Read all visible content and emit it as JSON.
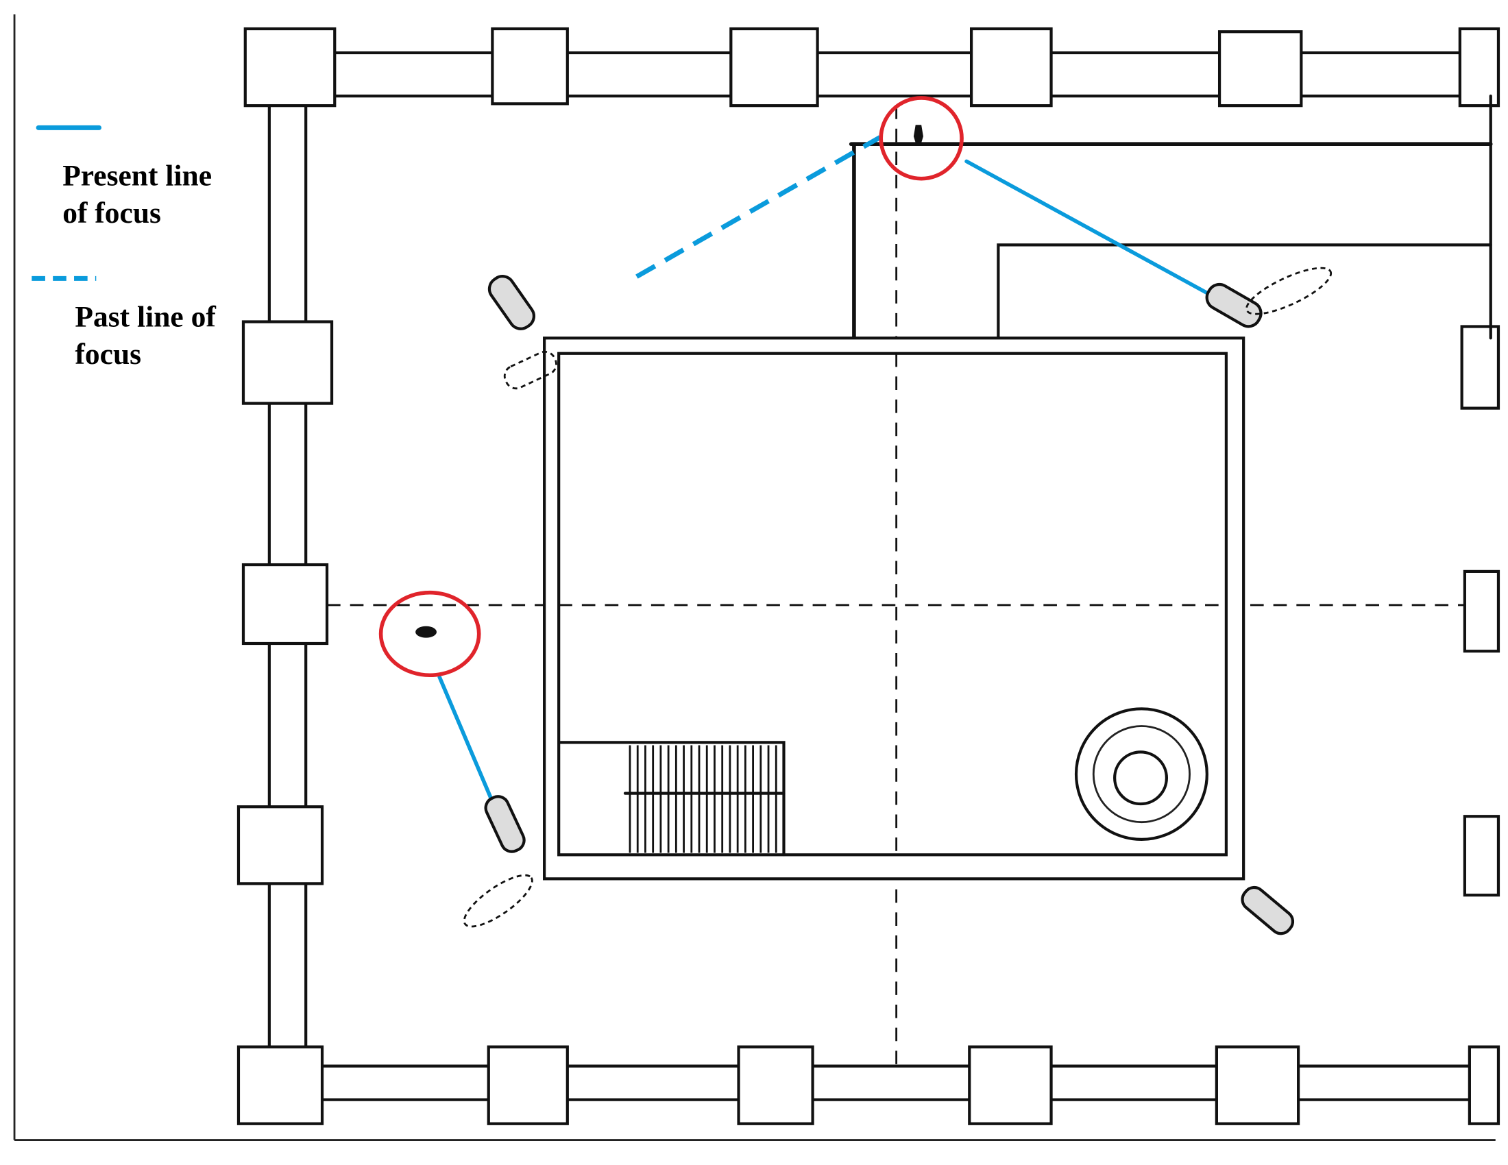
{
  "legend": {
    "present": {
      "label_line1": "Present line",
      "label_line2": "of focus",
      "style": "solid"
    },
    "past": {
      "label_line1": "Past line of",
      "label_line2": "focus",
      "style": "dashed"
    }
  },
  "colors": {
    "focus_line": "#0a9bdc",
    "subject_marker": "#e0242b",
    "ink": "#111111",
    "paper": "#ffffff"
  },
  "icons": [
    "camera-icon",
    "subject-marker-icon"
  ]
}
